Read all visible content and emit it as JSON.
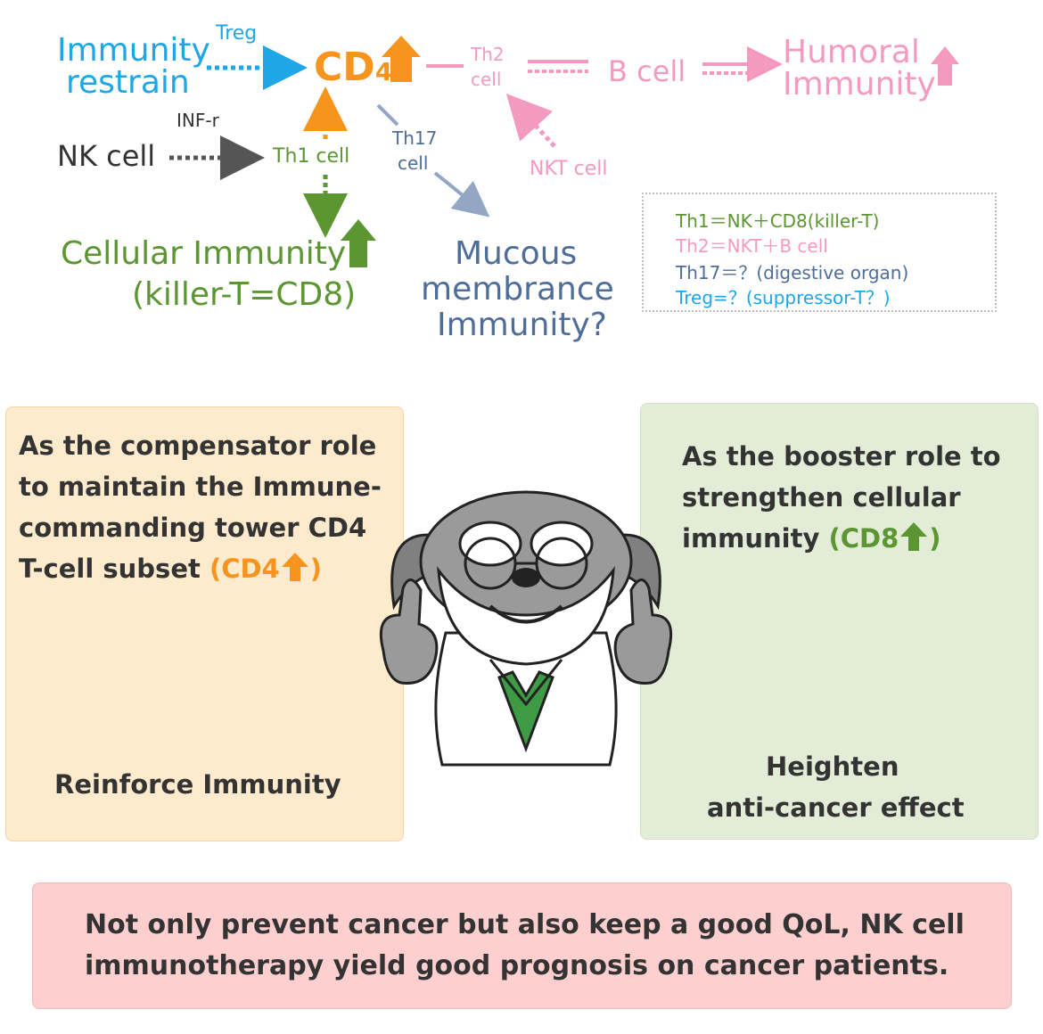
{
  "diagram": {
    "immunity_restrain": [
      "Immunity",
      "restrain"
    ],
    "treg_label": "Treg",
    "cd4_label": "CD",
    "cd4_sub": "4",
    "th2_label": [
      "Th2",
      "cell"
    ],
    "bcell_label": "B cell",
    "humoral_label": [
      "Humoral",
      "Immunity"
    ],
    "infr_label": "INF-r",
    "nk_label": "NK cell",
    "th1_label": "Th1 cell",
    "th17_label": [
      "Th17",
      "cell"
    ],
    "nkt_label": "NKT cell",
    "cellular_label": "Cellular  Immunity",
    "killer_label": "(killer-T=CD8)",
    "mucous_label": [
      "Mucous",
      "membrance",
      "Immunity?"
    ]
  },
  "legend": {
    "lines": [
      "Th1＝NK＋CD8(killer-T)",
      "Th2＝NKT＋B cell",
      "Th17＝？(digestive organ)",
      "Treg=？(suppressor-T？)"
    ]
  },
  "panels": {
    "left_text": [
      "As the compensator role",
      "to maintain the Immune-",
      "commanding tower CD4",
      "T-cell subset"
    ],
    "left_tag": "(CD4",
    "left_tag_close": ")",
    "left_bottom": "Reinforce Immunity",
    "right_text": [
      "As the booster role to",
      "strengthen cellular",
      "immunity"
    ],
    "right_tag": "(CD8",
    "right_tag_close": ")",
    "right_bottom": [
      "Heighten",
      "anti-cancer effect"
    ],
    "bottom_text": [
      "Not only prevent cancer but also keep a good QoL, NK cell",
      "immunotherapy yield good prognosis on cancer patients."
    ]
  },
  "colors": {
    "treg_blue": "#1ea6e6",
    "cd4_orange": "#f7941d",
    "th2_pink": "#f49ac1",
    "th1_green": "#5b9632",
    "th17_slate": "#4f6d99",
    "left_panel": "#feeacc",
    "right_panel": "#e3ecd7",
    "bottom_panel": "#fdcfcf"
  },
  "icons": [
    "up-arrow-icon",
    "dotted-arrow-icon",
    "doctor-dog-mascot"
  ]
}
